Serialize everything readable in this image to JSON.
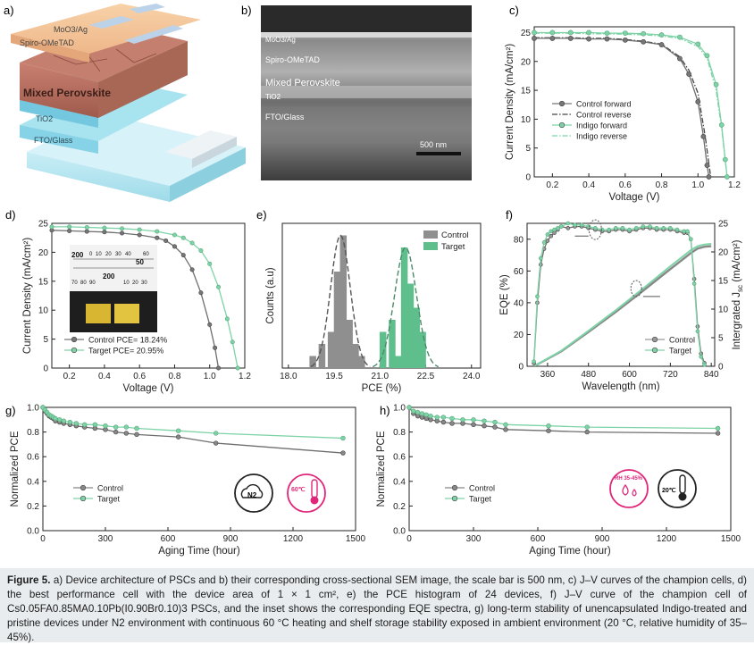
{
  "panels": {
    "a": {
      "letter": "a)",
      "layers": [
        "MoO3/Ag",
        "Spiro-OMeTAD",
        "Mixed Perovskite",
        "TiO2",
        "FTO/Glass"
      ]
    },
    "b": {
      "letter": "b)",
      "layers": [
        "MoO3/Ag",
        "Spiro-OMeTAD",
        "Mixed Perovskite",
        "TiO2",
        "FTO/Glass"
      ],
      "scalebar": "500 nm"
    },
    "c": {
      "letter": "c)"
    },
    "d": {
      "letter": "d)",
      "inset_ruler_labels": [
        "200",
        "0",
        "10",
        "20",
        "30",
        "40",
        "60",
        "50",
        "70",
        "80",
        "90",
        "200",
        "10",
        "20",
        "30"
      ]
    },
    "e": {
      "letter": "e)"
    },
    "f": {
      "letter": "f)"
    },
    "g": {
      "letter": "g)",
      "icon_labels": [
        "N2",
        "60℃"
      ]
    },
    "h": {
      "letter": "h)",
      "icon_labels": [
        "RH 35-45%",
        "20℃"
      ]
    }
  },
  "caption": {
    "fig_label": "Figure 5.",
    "text": " a) Device architecture of PSCs and b) their corresponding cross-sectional SEM image, the scale bar is 500 nm, c) J–V curves of the champion cells, d) the best performance cell with the device area of 1 × 1 cm², e) the PCE histogram of 24 devices, f) J–V curve of the champion cell of Cs0.05FA0.85MA0.10Pb(I0.90Br0.10)3 PSCs, and the inset shows the corresponding EQE spectra, g) long-term stability of unencapsulated Indigo-treated and pristine devices under N2 environment with continuous 60 °C heating and shelf storage stability exposed in ambient environment (20 °C, relative humidity of 35–45%)."
  },
  "colors": {
    "control": "#6e6e6e",
    "indigo": "#7dd3a6",
    "target_bar": "#5fbf8c",
    "control_bar": "#8f8f8f"
  },
  "chart_data": [
    {
      "id": "c",
      "type": "line",
      "xlabel": "Voltage (V)",
      "ylabel": "Current Density (mA/cm²)",
      "xlim": [
        0.1,
        1.2
      ],
      "ylim": [
        0,
        26
      ],
      "xticks": [
        0.2,
        0.4,
        0.6,
        0.8,
        1.0,
        1.2
      ],
      "yticks": [
        0,
        5,
        10,
        15,
        20,
        25
      ],
      "legend": "bottom-left",
      "series": [
        {
          "name": "Control forward",
          "x": [
            0.1,
            0.2,
            0.3,
            0.4,
            0.5,
            0.6,
            0.7,
            0.8,
            0.9,
            0.95,
            1.0,
            1.03,
            1.05,
            1.06
          ],
          "y": [
            24.0,
            24.0,
            24.0,
            23.9,
            23.9,
            23.7,
            23.4,
            22.9,
            20.5,
            17.8,
            13.0,
            7.0,
            2.0,
            0.0
          ]
        },
        {
          "name": "Control reverse",
          "x": [
            0.1,
            0.2,
            0.3,
            0.4,
            0.5,
            0.6,
            0.7,
            0.8,
            0.9,
            0.95,
            1.0,
            1.04,
            1.07
          ],
          "y": [
            24.1,
            24.1,
            24.1,
            24.0,
            24.0,
            23.8,
            23.5,
            23.0,
            20.8,
            18.5,
            14.5,
            7.0,
            0.0
          ]
        },
        {
          "name": "Indigo forward",
          "x": [
            0.1,
            0.2,
            0.3,
            0.4,
            0.5,
            0.6,
            0.7,
            0.8,
            0.9,
            1.0,
            1.05,
            1.1,
            1.13,
            1.15,
            1.16
          ],
          "y": [
            25.0,
            25.0,
            25.0,
            25.0,
            24.9,
            24.9,
            24.8,
            24.6,
            24.2,
            23.0,
            21.0,
            16.0,
            9.0,
            3.0,
            0.0
          ]
        },
        {
          "name": "Indigo reverse",
          "x": [
            0.1,
            0.2,
            0.3,
            0.4,
            0.5,
            0.6,
            0.7,
            0.8,
            0.9,
            1.0,
            1.05,
            1.1,
            1.13,
            1.16
          ],
          "y": [
            24.9,
            24.9,
            24.9,
            24.8,
            24.8,
            24.7,
            24.6,
            24.4,
            24.0,
            22.6,
            20.6,
            15.0,
            8.5,
            0.0
          ]
        }
      ]
    },
    {
      "id": "d",
      "type": "line",
      "xlabel": "Voltage (V)",
      "ylabel": "Current Density (mA/cm²)",
      "xlim": [
        0.1,
        1.2
      ],
      "ylim": [
        0,
        25
      ],
      "xticks": [
        0.2,
        0.4,
        0.6,
        0.8,
        1.0,
        1.2
      ],
      "yticks": [
        0,
        5,
        10,
        15,
        20,
        25
      ],
      "legend": "bottom-left",
      "series": [
        {
          "name": "Control PCE= 18.24%",
          "x": [
            0.1,
            0.2,
            0.3,
            0.4,
            0.5,
            0.6,
            0.7,
            0.75,
            0.8,
            0.85,
            0.9,
            0.95,
            1.0,
            1.03,
            1.05
          ],
          "y": [
            23.8,
            23.7,
            23.6,
            23.5,
            23.3,
            23.0,
            22.5,
            22.0,
            21.0,
            19.5,
            17.0,
            13.0,
            7.5,
            3.5,
            0.0
          ]
        },
        {
          "name": "Target PCE= 20.95%",
          "x": [
            0.1,
            0.2,
            0.3,
            0.4,
            0.5,
            0.6,
            0.7,
            0.8,
            0.85,
            0.9,
            0.95,
            1.0,
            1.05,
            1.1,
            1.13,
            1.16
          ],
          "y": [
            24.4,
            24.4,
            24.3,
            24.2,
            24.1,
            23.9,
            23.6,
            23.0,
            22.5,
            21.6,
            20.3,
            18.0,
            14.0,
            8.5,
            4.5,
            0.0
          ]
        }
      ]
    },
    {
      "id": "e",
      "type": "bar",
      "xlabel": "PCE (%)",
      "ylabel": "Counts (a.u)",
      "xlim": [
        17.8,
        24.3
      ],
      "ylim": [
        0,
        12
      ],
      "xticks": [
        18.0,
        19.5,
        21.0,
        22.5,
        24.0
      ],
      "legend": "top-right",
      "series": [
        {
          "name": "Control",
          "x": [
            18.8,
            19.1,
            19.4,
            19.6,
            19.8,
            20.0,
            20.2,
            20.4
          ],
          "values": [
            1,
            2,
            3,
            8,
            11,
            4,
            2,
            1
          ]
        },
        {
          "name": "Target",
          "x": [
            21.1,
            21.4,
            21.6,
            21.8,
            22.0,
            22.2,
            22.4
          ],
          "values": [
            3,
            4,
            1,
            10,
            7,
            5,
            3
          ]
        }
      ]
    },
    {
      "id": "f",
      "type": "line",
      "xlabel": "Wavelength (nm)",
      "ylabel": "EQE (%)",
      "y2label": "Intergrated J (mA/cm²)",
      "y2label_sub": "sc",
      "xlim": [
        300,
        850
      ],
      "ylim": [
        0,
        90
      ],
      "y2lim": [
        0,
        25
      ],
      "xticks": [
        360,
        480,
        600,
        720,
        840
      ],
      "yticks": [
        0,
        20,
        40,
        60,
        80
      ],
      "y2ticks": [
        0,
        5,
        10,
        15,
        20,
        25
      ],
      "legend": "bottom-right",
      "series": [
        {
          "name": "Control",
          "axis": "left",
          "x": [
            320,
            330,
            340,
            350,
            360,
            370,
            380,
            390,
            400,
            420,
            440,
            460,
            480,
            500,
            520,
            540,
            560,
            580,
            600,
            620,
            640,
            660,
            680,
            700,
            720,
            740,
            760,
            770,
            780,
            790,
            800,
            810,
            820
          ],
          "y": [
            2,
            40,
            64,
            74,
            79,
            82,
            84,
            86,
            88,
            87,
            88,
            88,
            87,
            86,
            85,
            85,
            86,
            86,
            85,
            86,
            87,
            87,
            86,
            86,
            86,
            85,
            84,
            84,
            80,
            55,
            25,
            8,
            2
          ]
        },
        {
          "name": "Target",
          "axis": "left",
          "x": [
            320,
            330,
            340,
            350,
            360,
            370,
            380,
            390,
            400,
            420,
            440,
            460,
            480,
            500,
            520,
            540,
            560,
            580,
            600,
            620,
            640,
            660,
            680,
            700,
            720,
            740,
            760,
            770,
            780,
            790,
            800,
            810,
            820
          ],
          "y": [
            3,
            44,
            68,
            78,
            83,
            85,
            86,
            87,
            88,
            90,
            89,
            89,
            88,
            87,
            86,
            86,
            87,
            87,
            86,
            87,
            88,
            88,
            87,
            87,
            87,
            86,
            85,
            85,
            80,
            52,
            22,
            6,
            1
          ]
        },
        {
          "name": "Control Jsc",
          "axis": "right",
          "x": [
            320,
            400,
            480,
            560,
            640,
            720,
            780,
            800,
            820,
            840
          ],
          "y": [
            0.0,
            2.6,
            6.0,
            9.5,
            13.2,
            17.0,
            19.8,
            20.6,
            20.9,
            21.0
          ]
        },
        {
          "name": "Target Jsc",
          "axis": "right",
          "x": [
            320,
            400,
            480,
            560,
            640,
            720,
            780,
            800,
            820,
            840
          ],
          "y": [
            0.0,
            2.7,
            6.2,
            9.8,
            13.6,
            17.5,
            20.3,
            21.0,
            21.3,
            21.4
          ]
        }
      ]
    },
    {
      "id": "g",
      "type": "line",
      "xlabel": "Aging Time (hour)",
      "ylabel": "Normalized PCE",
      "xlim": [
        0,
        1500
      ],
      "ylim": [
        0,
        1.0
      ],
      "xticks": [
        0,
        300,
        600,
        900,
        1200,
        1500
      ],
      "yticks": [
        0.0,
        0.2,
        0.4,
        0.6,
        0.8,
        1.0
      ],
      "legend": "bottom-left",
      "series": [
        {
          "name": "Control",
          "x": [
            0,
            10,
            20,
            30,
            40,
            50,
            60,
            80,
            100,
            130,
            160,
            200,
            250,
            300,
            350,
            400,
            450,
            650,
            830,
            1440
          ],
          "y": [
            1.0,
            0.97,
            0.95,
            0.93,
            0.92,
            0.91,
            0.89,
            0.88,
            0.87,
            0.86,
            0.85,
            0.84,
            0.83,
            0.82,
            0.8,
            0.79,
            0.78,
            0.76,
            0.71,
            0.63
          ]
        },
        {
          "name": "Target",
          "x": [
            0,
            10,
            20,
            30,
            40,
            50,
            60,
            80,
            100,
            130,
            160,
            200,
            250,
            300,
            350,
            400,
            450,
            650,
            830,
            1440
          ],
          "y": [
            1.0,
            0.98,
            0.96,
            0.94,
            0.93,
            0.92,
            0.91,
            0.9,
            0.89,
            0.88,
            0.87,
            0.86,
            0.86,
            0.85,
            0.84,
            0.84,
            0.83,
            0.81,
            0.79,
            0.75
          ]
        }
      ]
    },
    {
      "id": "h",
      "type": "line",
      "xlabel": "Aging Time (hour)",
      "ylabel": "Normalized PCE",
      "xlim": [
        0,
        1500
      ],
      "ylim": [
        0,
        1.0
      ],
      "xticks": [
        0,
        300,
        600,
        900,
        1200,
        1500
      ],
      "yticks": [
        0.0,
        0.2,
        0.4,
        0.6,
        0.8,
        1.0
      ],
      "legend": "bottom-left",
      "series": [
        {
          "name": "Control",
          "x": [
            0,
            20,
            40,
            60,
            80,
            100,
            130,
            160,
            200,
            250,
            300,
            350,
            400,
            450,
            650,
            830,
            1440
          ],
          "y": [
            1.0,
            0.95,
            0.93,
            0.92,
            0.91,
            0.9,
            0.89,
            0.88,
            0.87,
            0.87,
            0.86,
            0.85,
            0.84,
            0.82,
            0.81,
            0.8,
            0.79
          ]
        },
        {
          "name": "Target",
          "x": [
            0,
            20,
            40,
            60,
            80,
            100,
            130,
            160,
            200,
            250,
            300,
            350,
            400,
            450,
            650,
            830,
            1440
          ],
          "y": [
            1.0,
            0.97,
            0.96,
            0.95,
            0.94,
            0.93,
            0.92,
            0.92,
            0.91,
            0.9,
            0.9,
            0.89,
            0.88,
            0.86,
            0.85,
            0.84,
            0.83
          ]
        }
      ]
    }
  ]
}
